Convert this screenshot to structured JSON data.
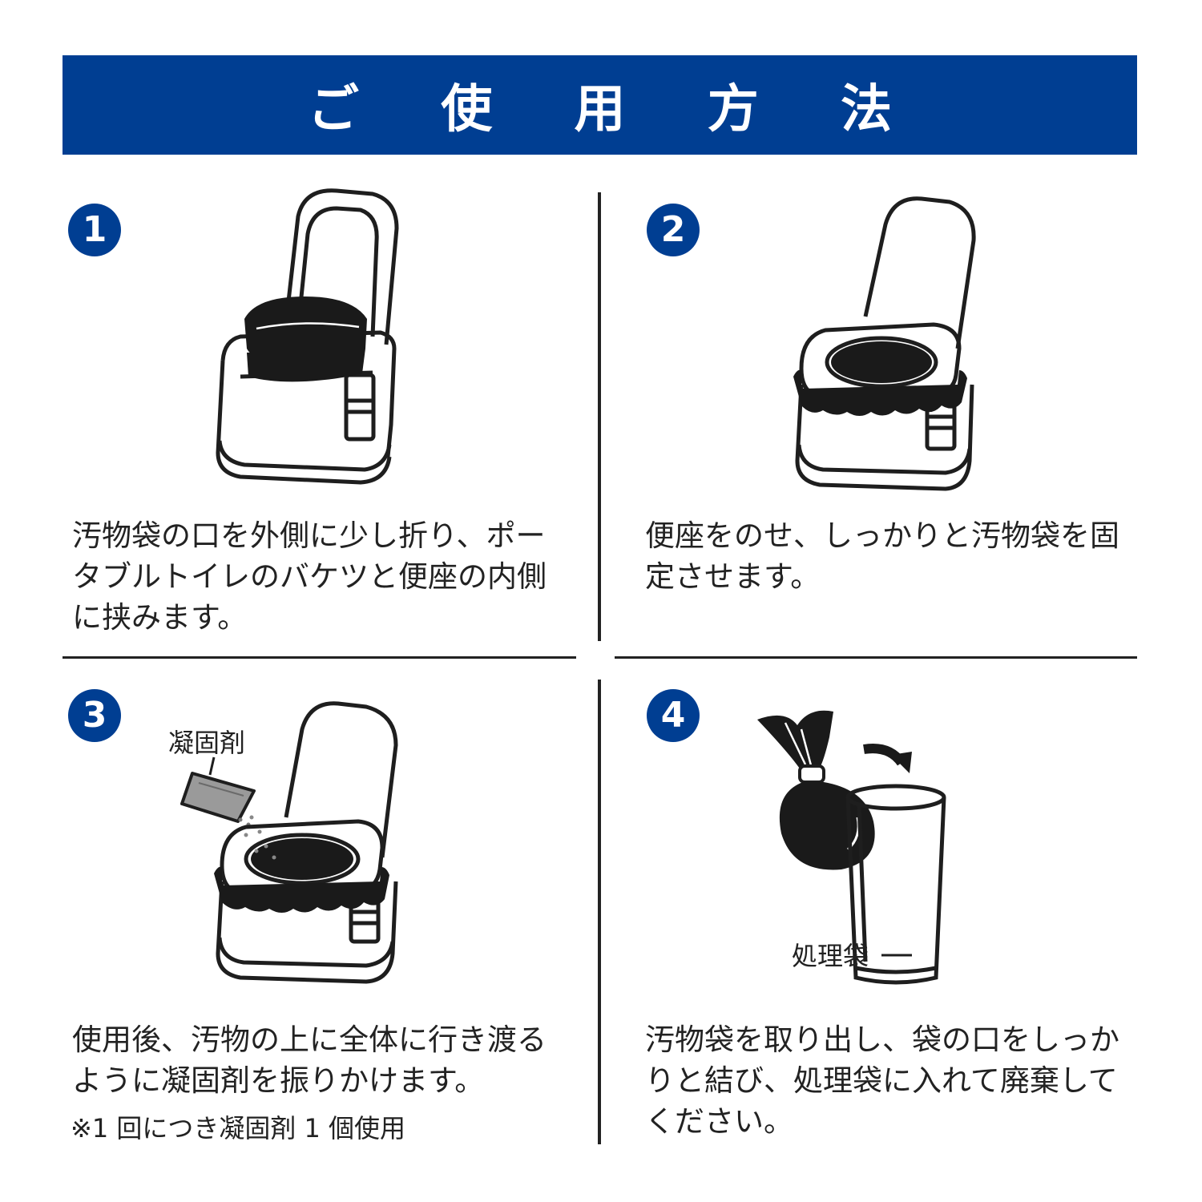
{
  "title": "ご 使 用 方 法",
  "steps": [
    {
      "number": "1",
      "text": "汚物袋の口を外側に少し折り、ポータブルトイレのバケツと便座の内側に挟みます。"
    },
    {
      "number": "2",
      "text": "便座をのせ、しっかりと汚物袋を固定させます。"
    },
    {
      "number": "3",
      "text": "使用後、汚物の上に全体に行き渡るように凝固剤を振りかけます。",
      "note": "※1 回につき凝固剤 1 個使用",
      "label": "凝固剤"
    },
    {
      "number": "4",
      "text": "汚物袋を取り出し、袋の口をしっかりと結び、処理袋に入れて廃棄してください。",
      "label": "処理袋"
    }
  ],
  "colors": {
    "accent": "#003e92",
    "line": "#222222"
  }
}
